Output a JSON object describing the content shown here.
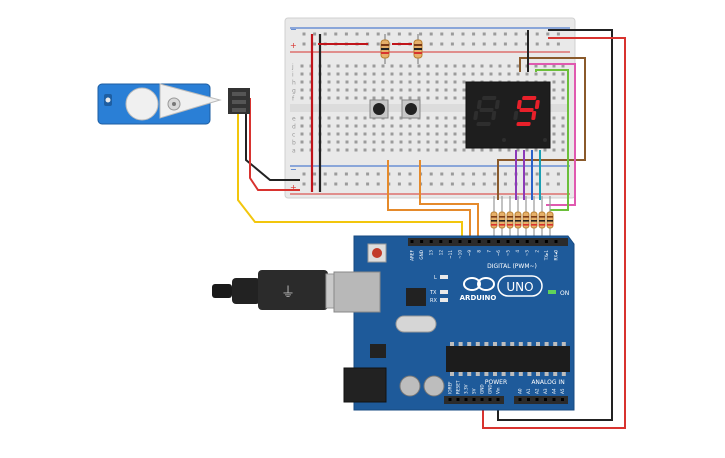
{
  "colors": {
    "background": "#ffffff",
    "breadboard": "#e9e9e9",
    "rail_red": "#d8332f",
    "rail_blue": "#2a62c9",
    "arduino_board": "#1e5a9a",
    "segment_on": "#e8202a",
    "segment_off": "#2e2e2e",
    "servo_body": "#2a7fd6"
  },
  "breadboard": {
    "row_letters_top": [
      "j",
      "i",
      "h",
      "g",
      "f"
    ],
    "row_letters_bottom": [
      "e",
      "d",
      "c",
      "b",
      "a"
    ],
    "rail_plus": "+",
    "rail_minus": "−"
  },
  "display": {
    "digits": [
      "",
      "9"
    ]
  },
  "arduino": {
    "brand": "ARDUINO",
    "model": "UNO",
    "on_label": "ON",
    "digital_label": "DIGITAL (PWM~)",
    "digital_pins": [
      "AREF",
      "GND",
      "13",
      "12",
      "~11",
      "~10",
      "~9",
      "8",
      "7",
      "~6",
      "~5",
      "4",
      "~3",
      "2",
      "TX▸1",
      "RX◂0"
    ],
    "power_label": "POWER",
    "power_pins": [
      "IOREF",
      "RESET",
      "3.3V",
      "5V",
      "GND",
      "GND",
      "Vin"
    ],
    "analog_label": "ANALOG IN",
    "analog_pins": [
      "A0",
      "A1",
      "A2",
      "A3",
      "A4",
      "A5"
    ],
    "led_labels": [
      "L",
      "TX",
      "RX"
    ]
  },
  "components": {
    "servo": "servo-motor",
    "buttons": [
      "push-button-1",
      "push-button-2"
    ],
    "resistor_count_top": 2,
    "resistor_count_bottom": 8
  }
}
